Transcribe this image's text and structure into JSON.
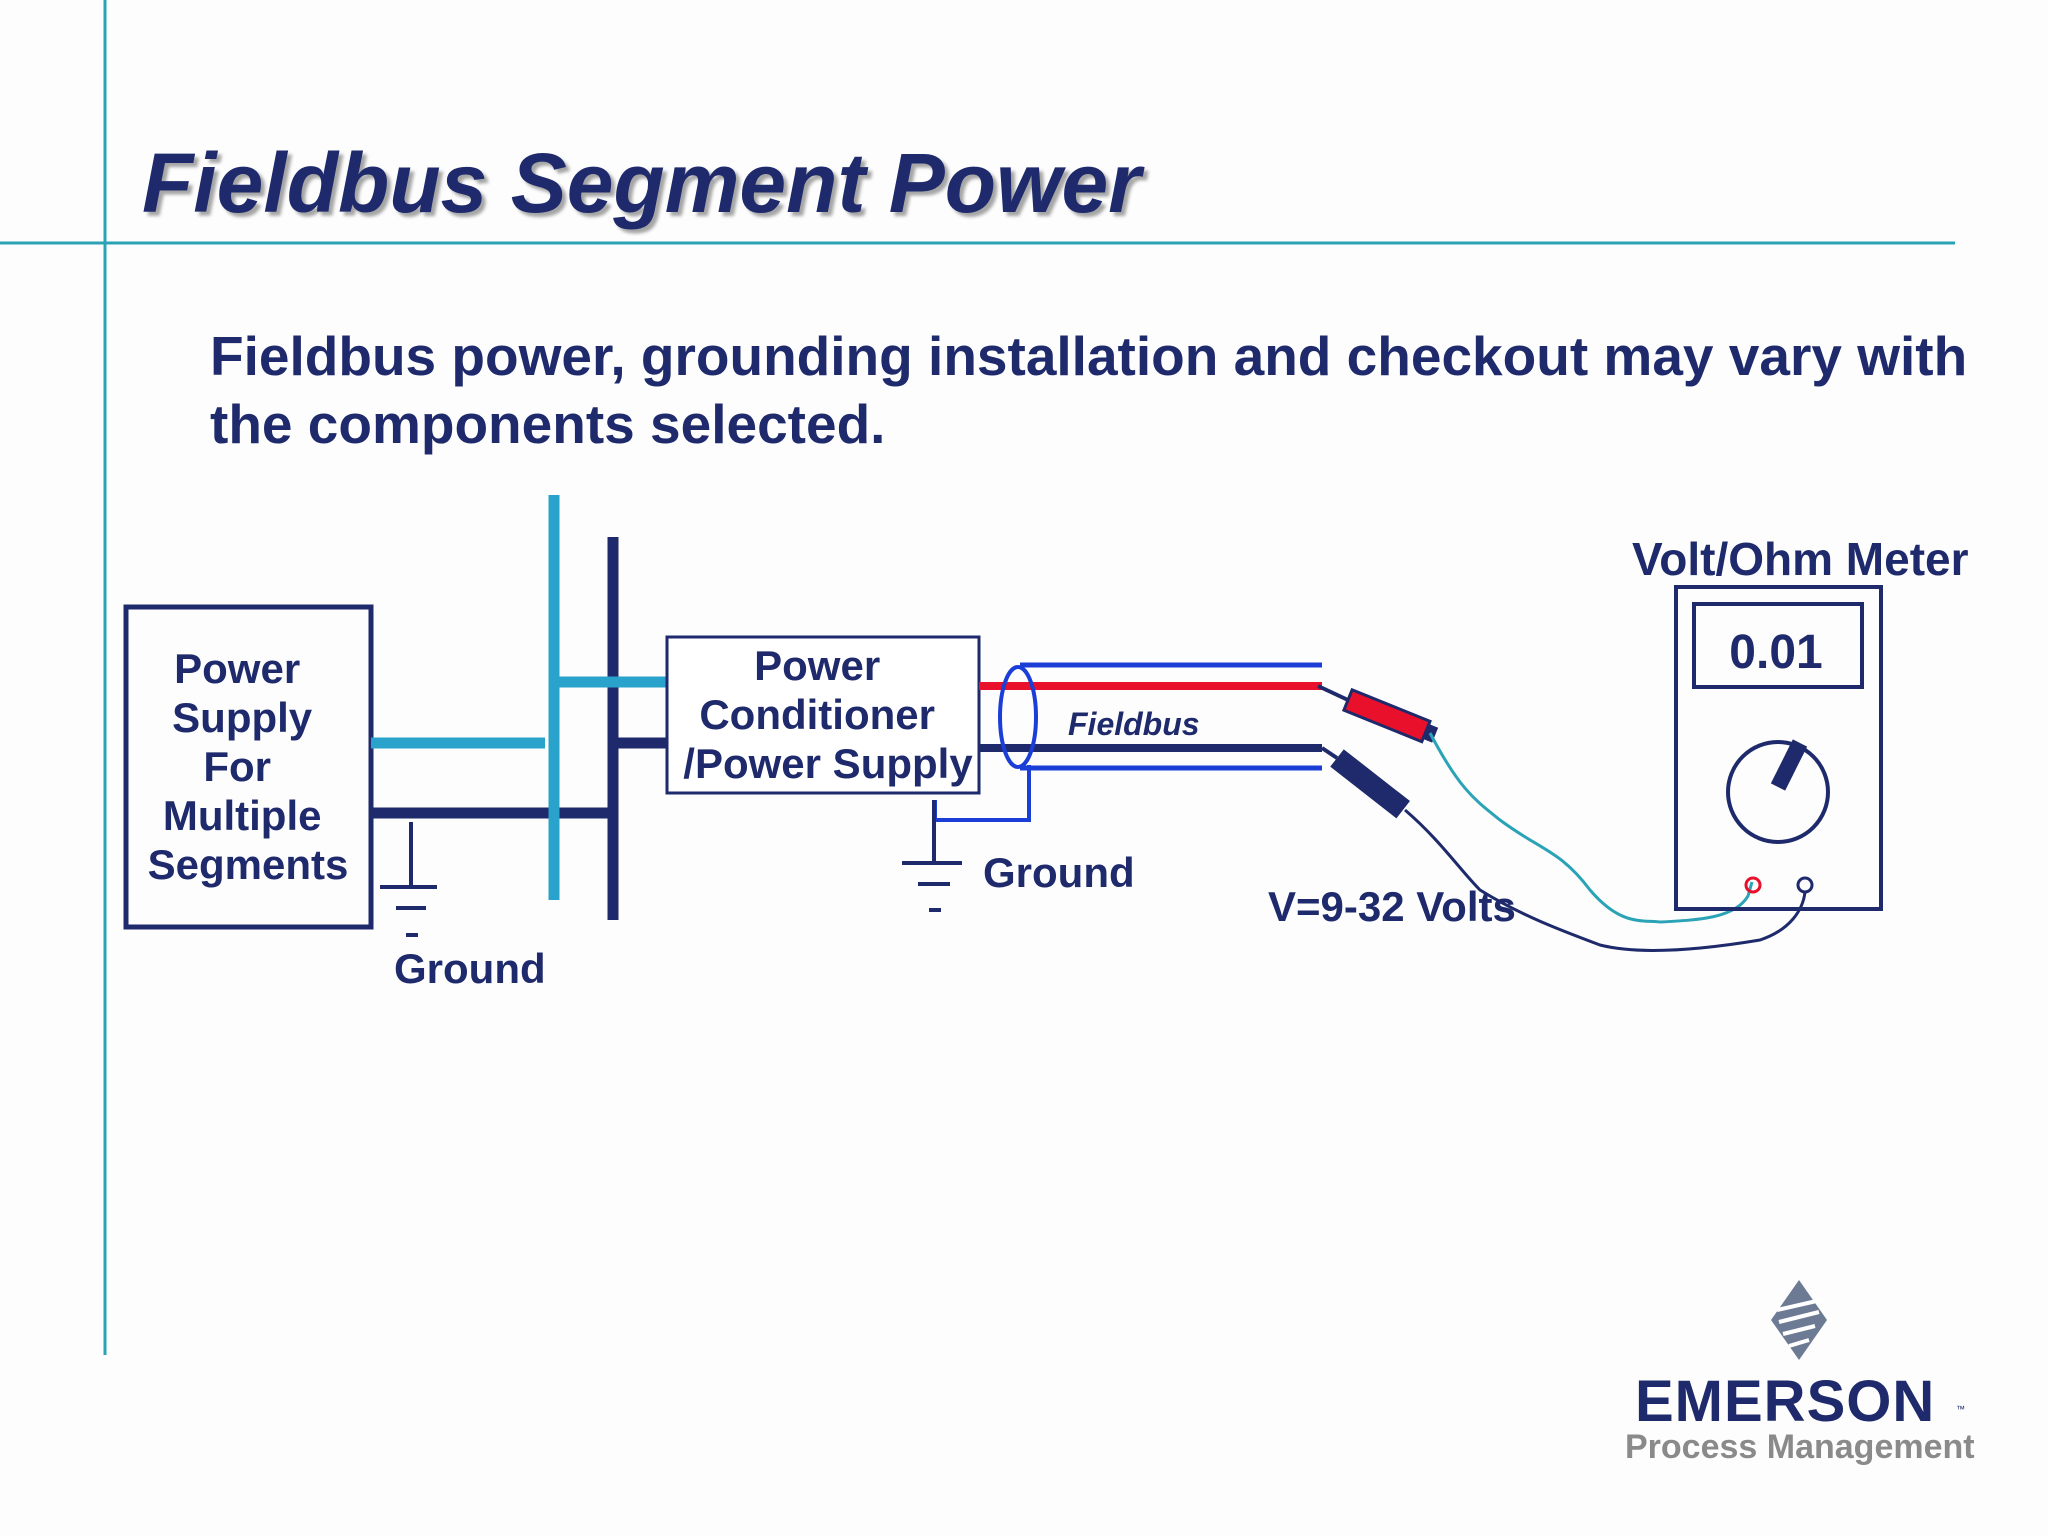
{
  "slide": {
    "title": "Fieldbus Segment Power",
    "subtitle": "Fieldbus power, grounding installation and checkout may vary with the components selected."
  },
  "diagram": {
    "power_supply_lines": [
      "Power",
      "Supply",
      "For",
      "Multiple",
      "Segments"
    ],
    "conditioner_lines": [
      "Power",
      "Conditioner",
      "/Power Supply"
    ],
    "ground_label_1": "Ground",
    "ground_label_2": "Ground",
    "fieldbus_label": "Fieldbus",
    "meter_label": "Volt/Ohm Meter",
    "meter_reading": "0.01",
    "voltage_label": "V=9-32 Volts"
  },
  "logo": {
    "word": "EMERSON",
    "tm": "™",
    "sub": "Process Management"
  },
  "colors": {
    "navy": "#1e2a6b",
    "light_blue": "#2aa3cc",
    "red": "#e8102a",
    "blue": "#1a3ed6",
    "teal_line": "#2ba3b6"
  }
}
